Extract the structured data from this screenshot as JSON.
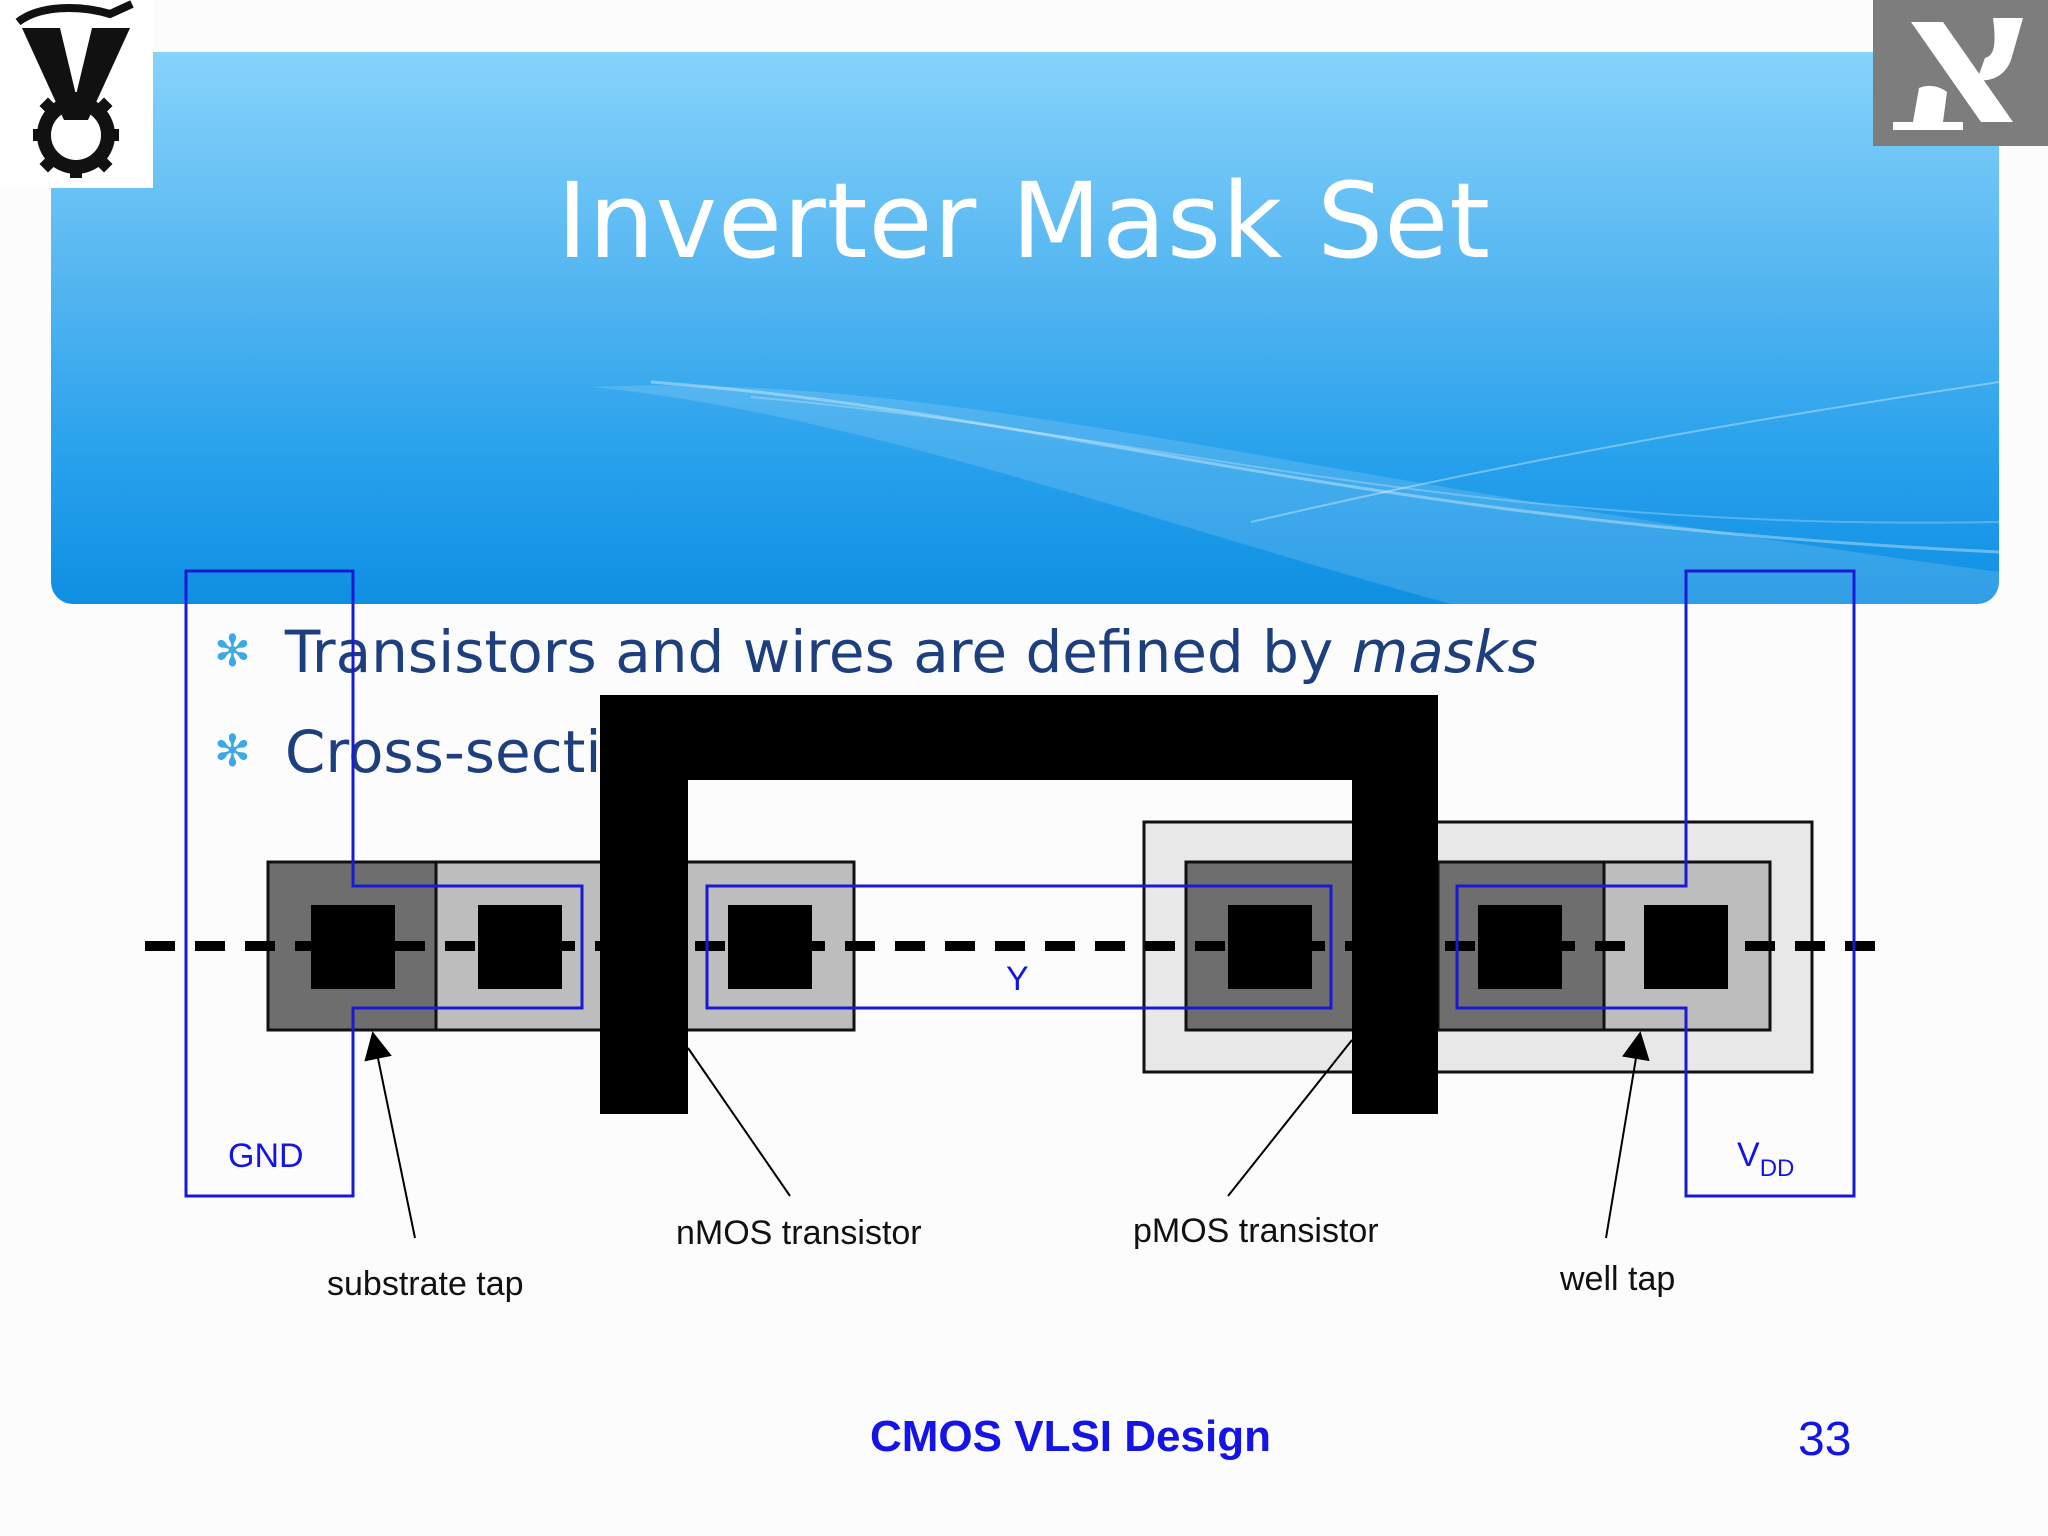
{
  "slide": {
    "title": "Inverter Mask Set",
    "bullets": [
      {
        "text": "Transistors and wires are defined by ",
        "emph": "masks"
      },
      {
        "text": "Cross-sectio",
        "emph": ""
      }
    ],
    "footer": "CMOS VLSI Design",
    "page_number": "33"
  },
  "diagram": {
    "labels": {
      "gnd": "GND",
      "vdd_main": "V",
      "vdd_sub": "DD",
      "y": "Y",
      "nmos": "nMOS transistor",
      "pmos": "pMOS transistor",
      "substrate_tap": "substrate tap",
      "well_tap": "well tap"
    },
    "colors": {
      "metal": "#1a1ad4",
      "poly": "#000000",
      "contact": "#000000",
      "n_diff": "#bdbdbd",
      "p_diff": "#bdbdbd",
      "select_dark": "#6e6e6e",
      "nwell": "#e6e6e6",
      "accent_blue_text": "#1414e6"
    }
  },
  "icons": {
    "left_logo": "technion-logo",
    "right_logo": "hebrew-letter-logo",
    "bullet": "asterisk-bullet-icon"
  }
}
